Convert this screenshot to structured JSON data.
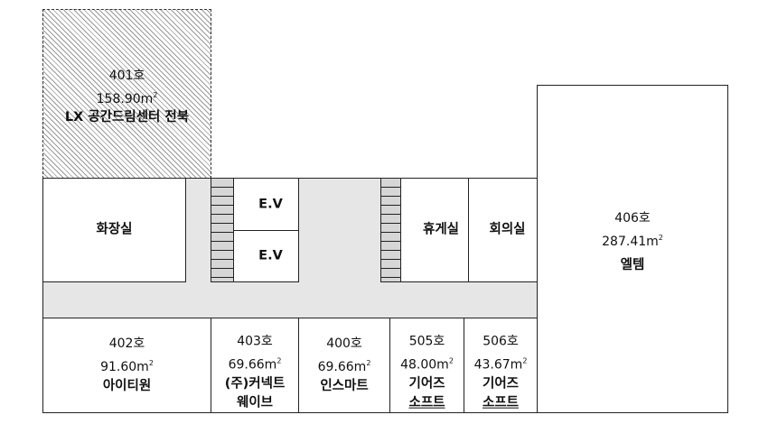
{
  "rooms": {
    "r401": {
      "number": "401호",
      "area": "158.90m",
      "name": "LX 공간드림센터 전북"
    },
    "toilet": {
      "name": "화장실"
    },
    "ev1": {
      "name": "E.V"
    },
    "ev2": {
      "name": "E.V"
    },
    "lounge": {
      "name": "휴게실"
    },
    "meeting": {
      "name": "회의실"
    },
    "r406": {
      "number": "406호",
      "area": "287.41m",
      "name": "엘템"
    },
    "r402": {
      "number": "402호",
      "area": "91.60m",
      "name": "아이티원"
    },
    "r403": {
      "number": "403호",
      "area": "69.66m",
      "name1": "(주)커넥트",
      "name2": "웨이브"
    },
    "r400": {
      "number": "400호",
      "area": "69.66m",
      "name": "인스마트"
    },
    "r505": {
      "number": "505호",
      "area": "48.00m",
      "name1": "기어즈",
      "name2": "소프트"
    },
    "r506": {
      "number": "506호",
      "area": "43.67m",
      "name1": "기어즈",
      "name2": "소프트"
    }
  },
  "sq": "2"
}
